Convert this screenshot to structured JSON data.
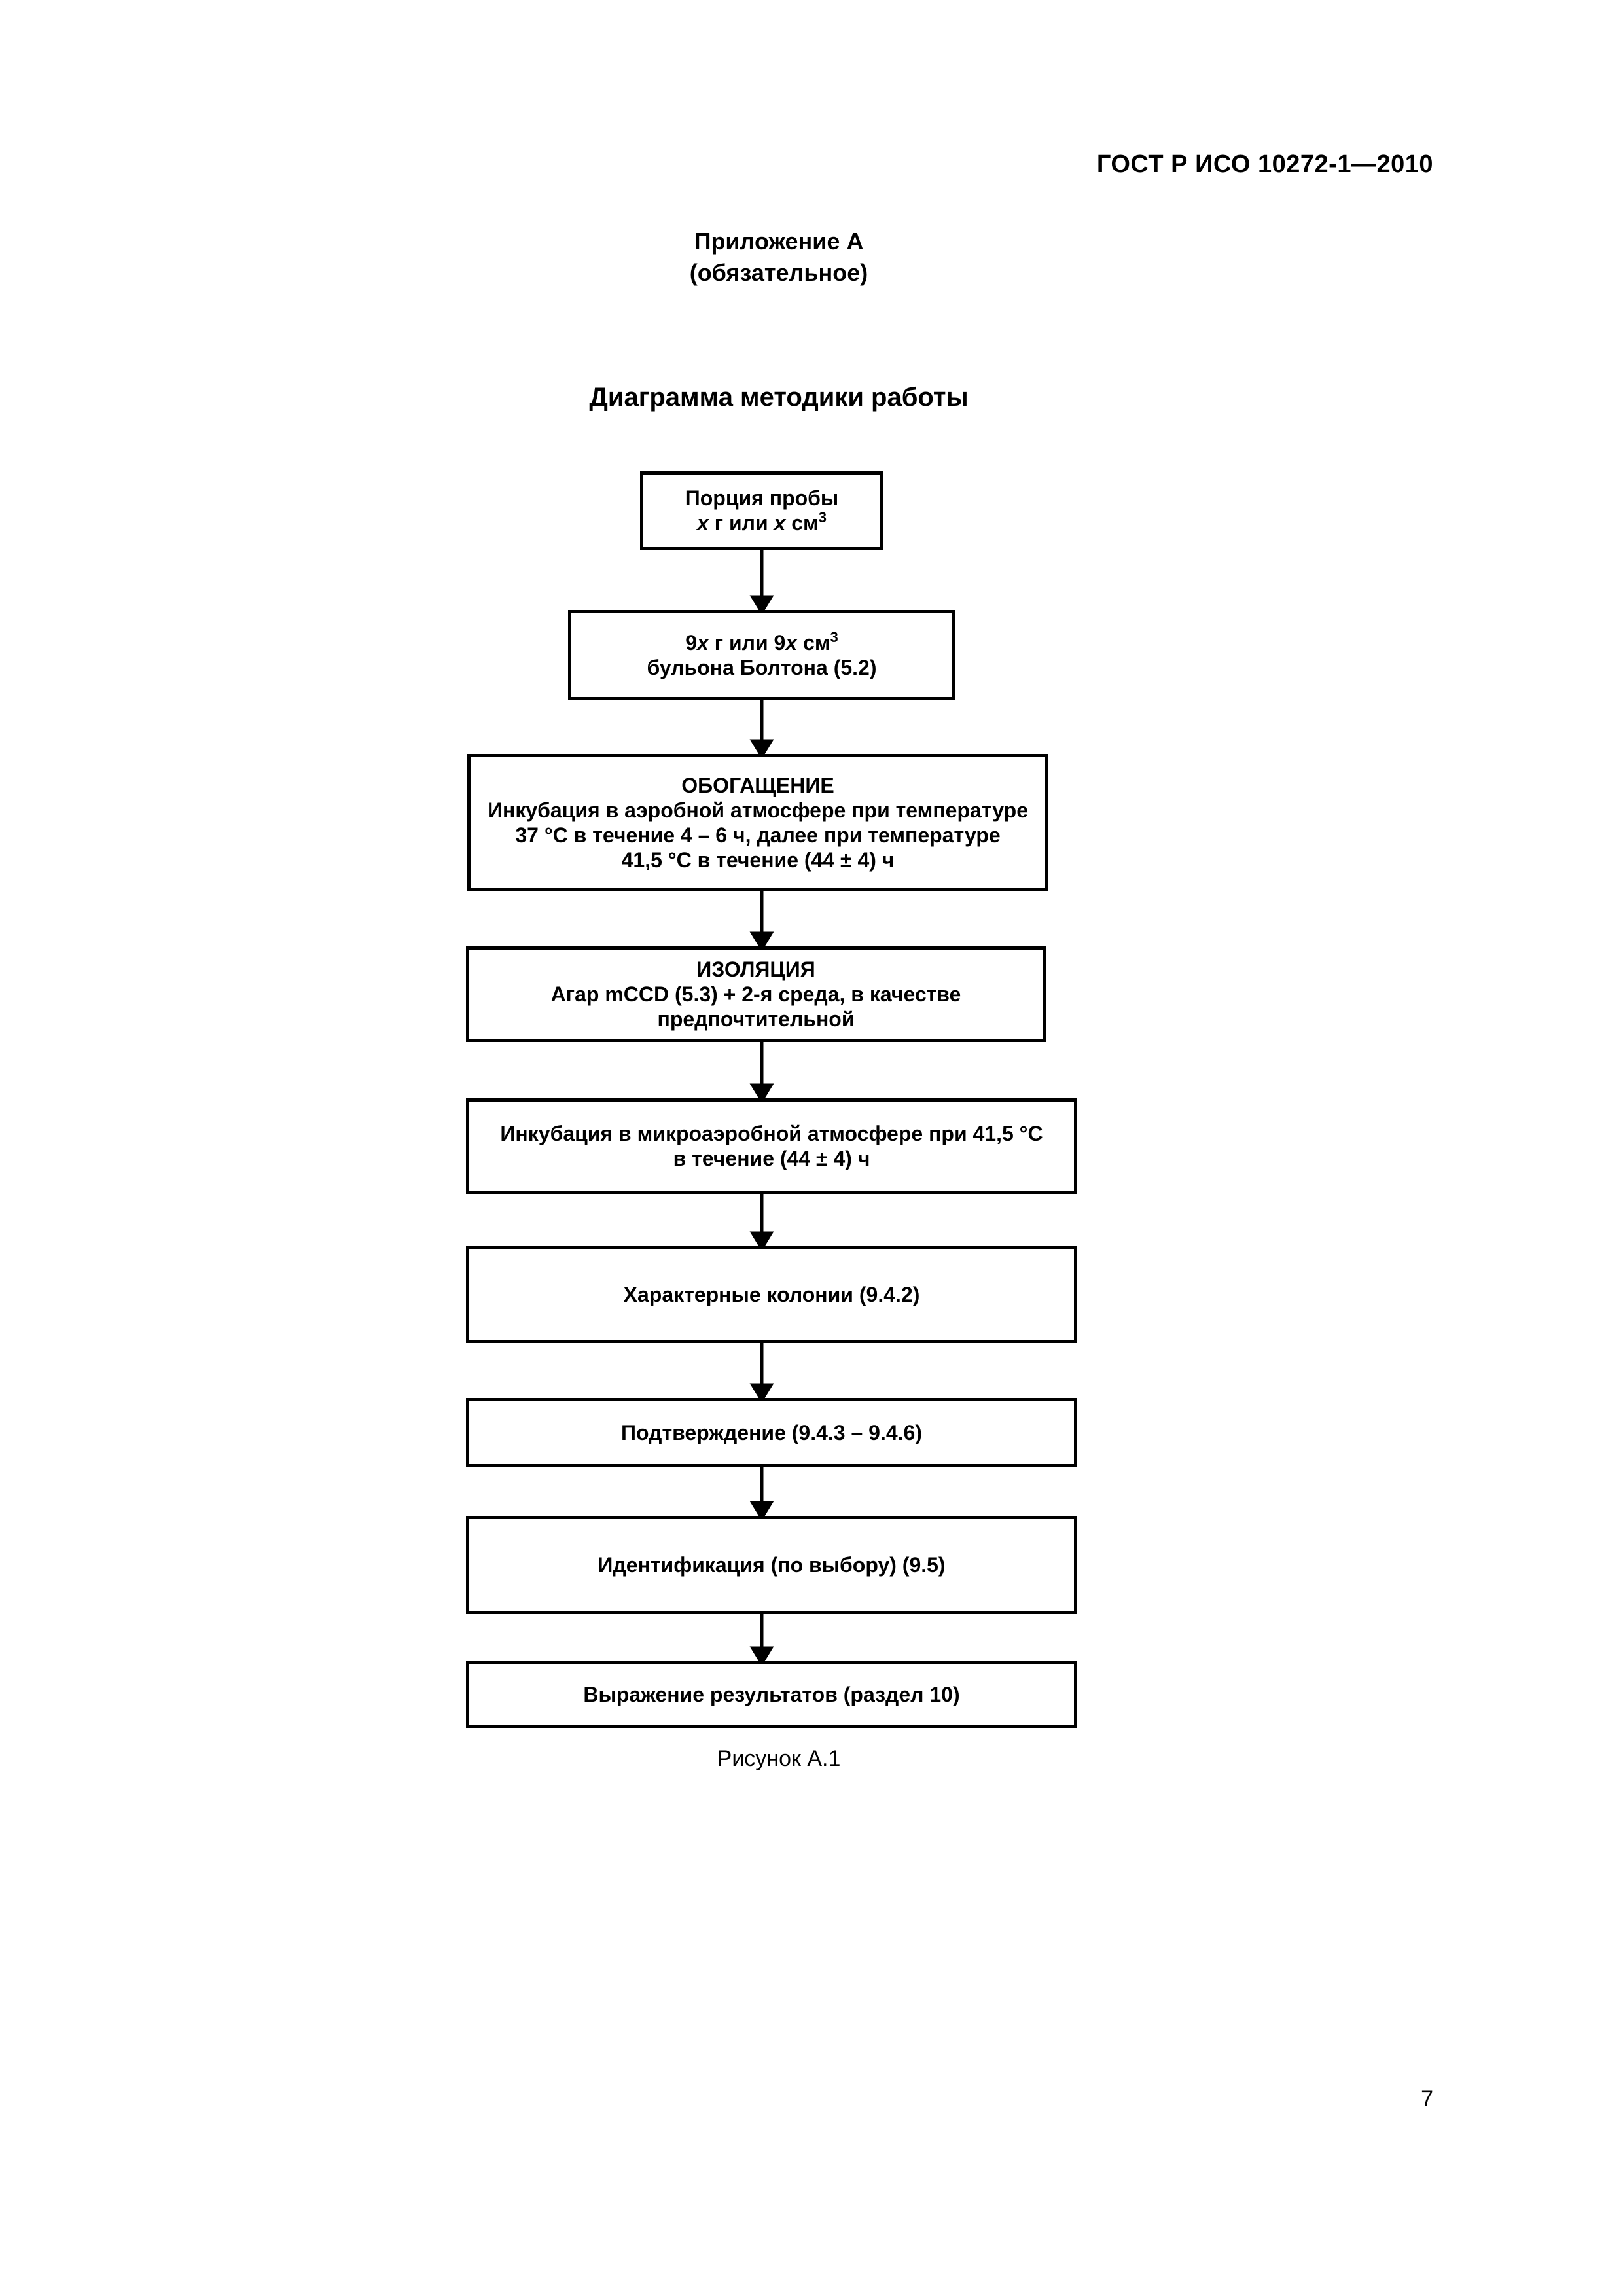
{
  "header": {
    "standard_id": "ГОСТ Р ИСО 10272-1—2010"
  },
  "annex": {
    "title": "Приложение А",
    "status": "(обязательное)"
  },
  "diagram": {
    "title": "Диаграмма методики работы",
    "nodes": [
      {
        "id": "sample-portion",
        "line1": "Порция пробы",
        "line2": {
          "x1": "x",
          "mid": " г или ",
          "x2": "x",
          "unit": " см",
          "sup": "3"
        }
      },
      {
        "id": "bolton-broth",
        "line1": {
          "pre": "9",
          "x1": "x",
          "mid": " г или 9",
          "x2": "x",
          "unit": " см",
          "sup": "3"
        },
        "line2": "бульона Болтона (5.2)"
      },
      {
        "id": "enrichment",
        "lines": [
          "ОБОГАЩЕНИЕ",
          "Инкубация в аэробной атмосфере при температуре",
          "37 °С в течение 4 – 6 ч, далее при температуре",
          "41,5 °С в течение (44 ± 4) ч"
        ]
      },
      {
        "id": "isolation",
        "lines": [
          "ИЗОЛЯЦИЯ",
          "Агар mCCD (5.3) + 2-я среда, в качестве",
          "предпочтительной"
        ]
      },
      {
        "id": "microaerobic-incubation",
        "lines": [
          "Инкубация в микроаэробной атмосфере при 41,5 °С",
          "в течение (44 ± 4) ч"
        ]
      },
      {
        "id": "characteristic-colonies",
        "lines": [
          "Характерные колонии (9.4.2)"
        ]
      },
      {
        "id": "confirmation",
        "lines": [
          "Подтверждение (9.4.3 – 9.4.6)"
        ]
      },
      {
        "id": "identification",
        "lines": [
          "Идентификация (по выбору) (9.5)"
        ]
      },
      {
        "id": "results",
        "lines": [
          "Выражение результатов (раздел 10)"
        ]
      }
    ],
    "edges": [
      [
        "sample-portion",
        "bolton-broth"
      ],
      [
        "bolton-broth",
        "enrichment"
      ],
      [
        "enrichment",
        "isolation"
      ],
      [
        "isolation",
        "microaerobic-incubation"
      ],
      [
        "microaerobic-incubation",
        "characteristic-colonies"
      ],
      [
        "characteristic-colonies",
        "confirmation"
      ],
      [
        "confirmation",
        "identification"
      ],
      [
        "identification",
        "results"
      ]
    ]
  },
  "figure": {
    "caption": "Рисунок А.1"
  },
  "page": {
    "number": "7"
  }
}
